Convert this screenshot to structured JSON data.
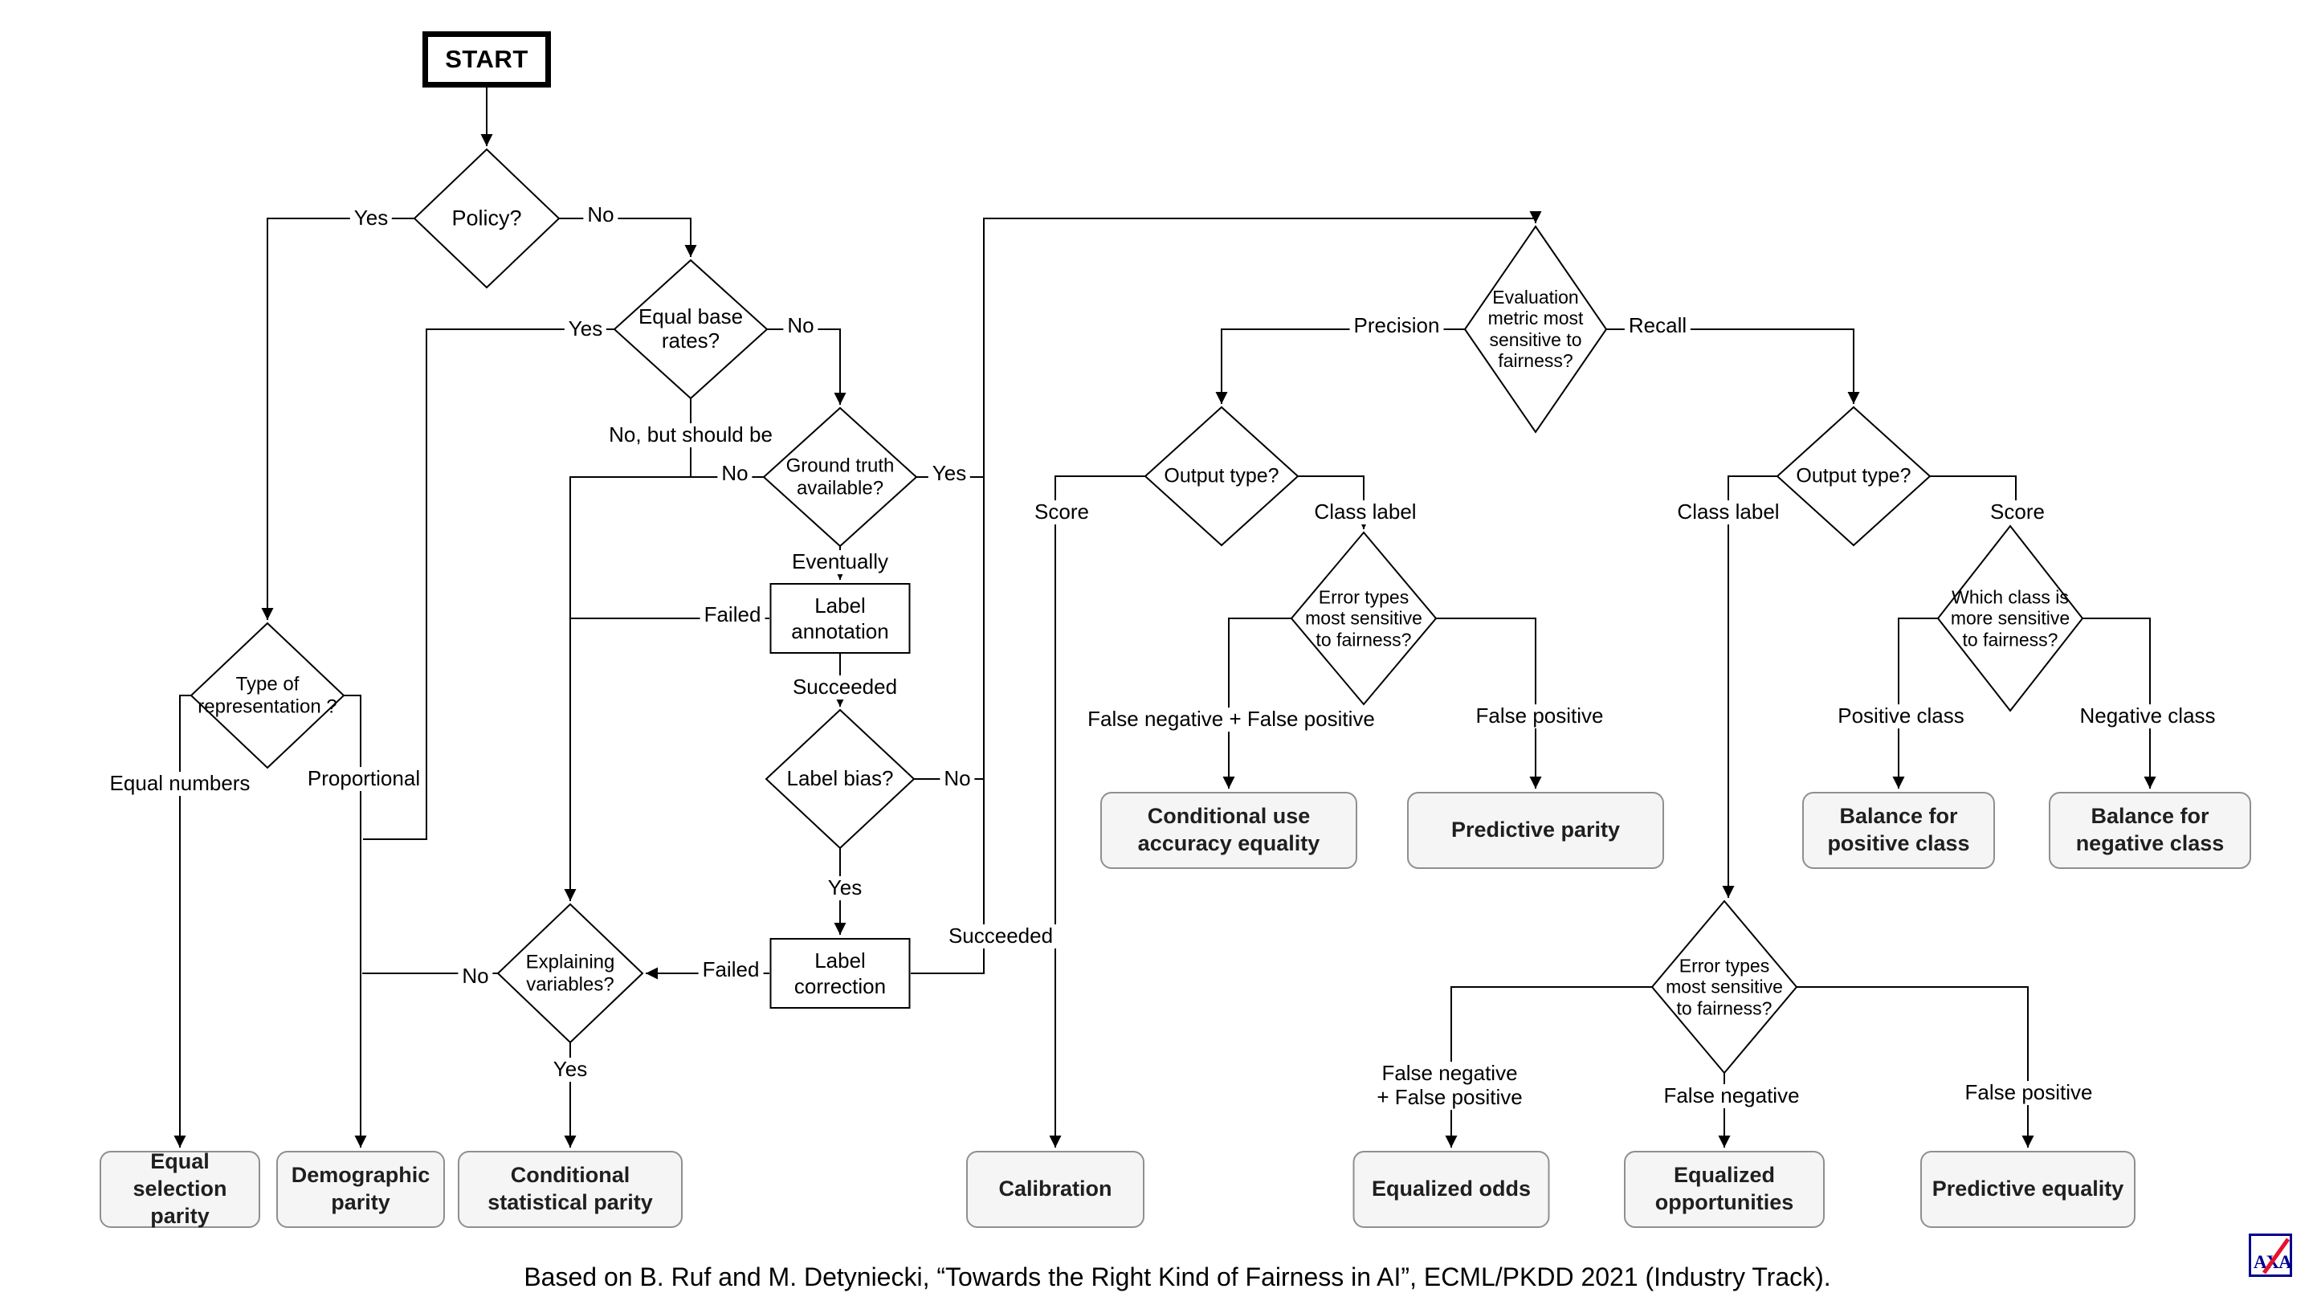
{
  "diagram": {
    "start_label": "START",
    "nodes": {
      "policy": "Policy?",
      "equal_base_rates": "Equal base rates?",
      "ground_truth": "Ground truth available?",
      "label_annotation": "Label annotation",
      "label_bias": "Label bias?",
      "label_correction": "Label correction",
      "representation": "Type of representation ?",
      "explaining_variables": "Explaining variables?",
      "evaluation_metric": "Evaluation metric most sensitive to fairness?",
      "output_type_left": "Output type?",
      "error_types_left": "Error types most sensitive to fairness?",
      "output_type_right": "Output type?",
      "which_class": "Which class is more sensitive to fairness?",
      "error_types_bottom": "Error types most sensitive to fairness?"
    },
    "terminals": {
      "equal_selection_parity": "Equal selection parity",
      "demographic_parity": "Demographic parity",
      "conditional_statistical_parity": "Conditional statistical parity",
      "calibration": "Calibration",
      "conditional_use_accuracy_equality": "Conditional use accuracy equality",
      "predictive_parity": "Predictive parity",
      "balance_positive": "Balance for positive class",
      "balance_negative": "Balance for negative class",
      "equalized_odds": "Equalized odds",
      "equalized_opportunities": "Equalized opportunities",
      "predictive_equality": "Predictive equality"
    },
    "edge_labels": {
      "policy_yes": "Yes",
      "policy_no": "No",
      "ebr_yes": "Yes",
      "ebr_no": "No",
      "ebr_no_should": "No, but should be",
      "gt_no": "No",
      "gt_yes": "Yes",
      "gt_eventually": "Eventually",
      "la_failed": "Failed",
      "la_succeeded": "Succeeded",
      "lb_no": "No",
      "lb_yes": "Yes",
      "lc_failed": "Failed",
      "lc_succeeded": "Succeeded",
      "repr_equal_numbers": "Equal numbers",
      "repr_proportional": "Proportional",
      "expl_no": "No",
      "expl_yes": "Yes",
      "eval_precision": "Precision",
      "eval_recall": "Recall",
      "otl_score": "Score",
      "otl_class_label": "Class label",
      "errl_fn_fp": "False negative + False positive",
      "errl_fp": "False positive",
      "otr_class_label": "Class label",
      "otr_score": "Score",
      "which_positive": "Positive class",
      "which_negative": "Negative class",
      "errb_fn_fp": "False negative\n+ False positive",
      "errb_fn": "False negative",
      "errb_fp": "False positive"
    },
    "caption": "Based on B. Ruf and M. Detyniecki, “Towards the Right Kind of Fairness in AI”, ECML/PKDD 2021 (Industry Track).",
    "logo_text": "AXA",
    "colors": {
      "line": "#000000",
      "terminal_fill": "#f5f5f5",
      "terminal_border": "#8f8f8f",
      "logo_blue": "#00008f",
      "logo_red": "#e8112d"
    }
  }
}
